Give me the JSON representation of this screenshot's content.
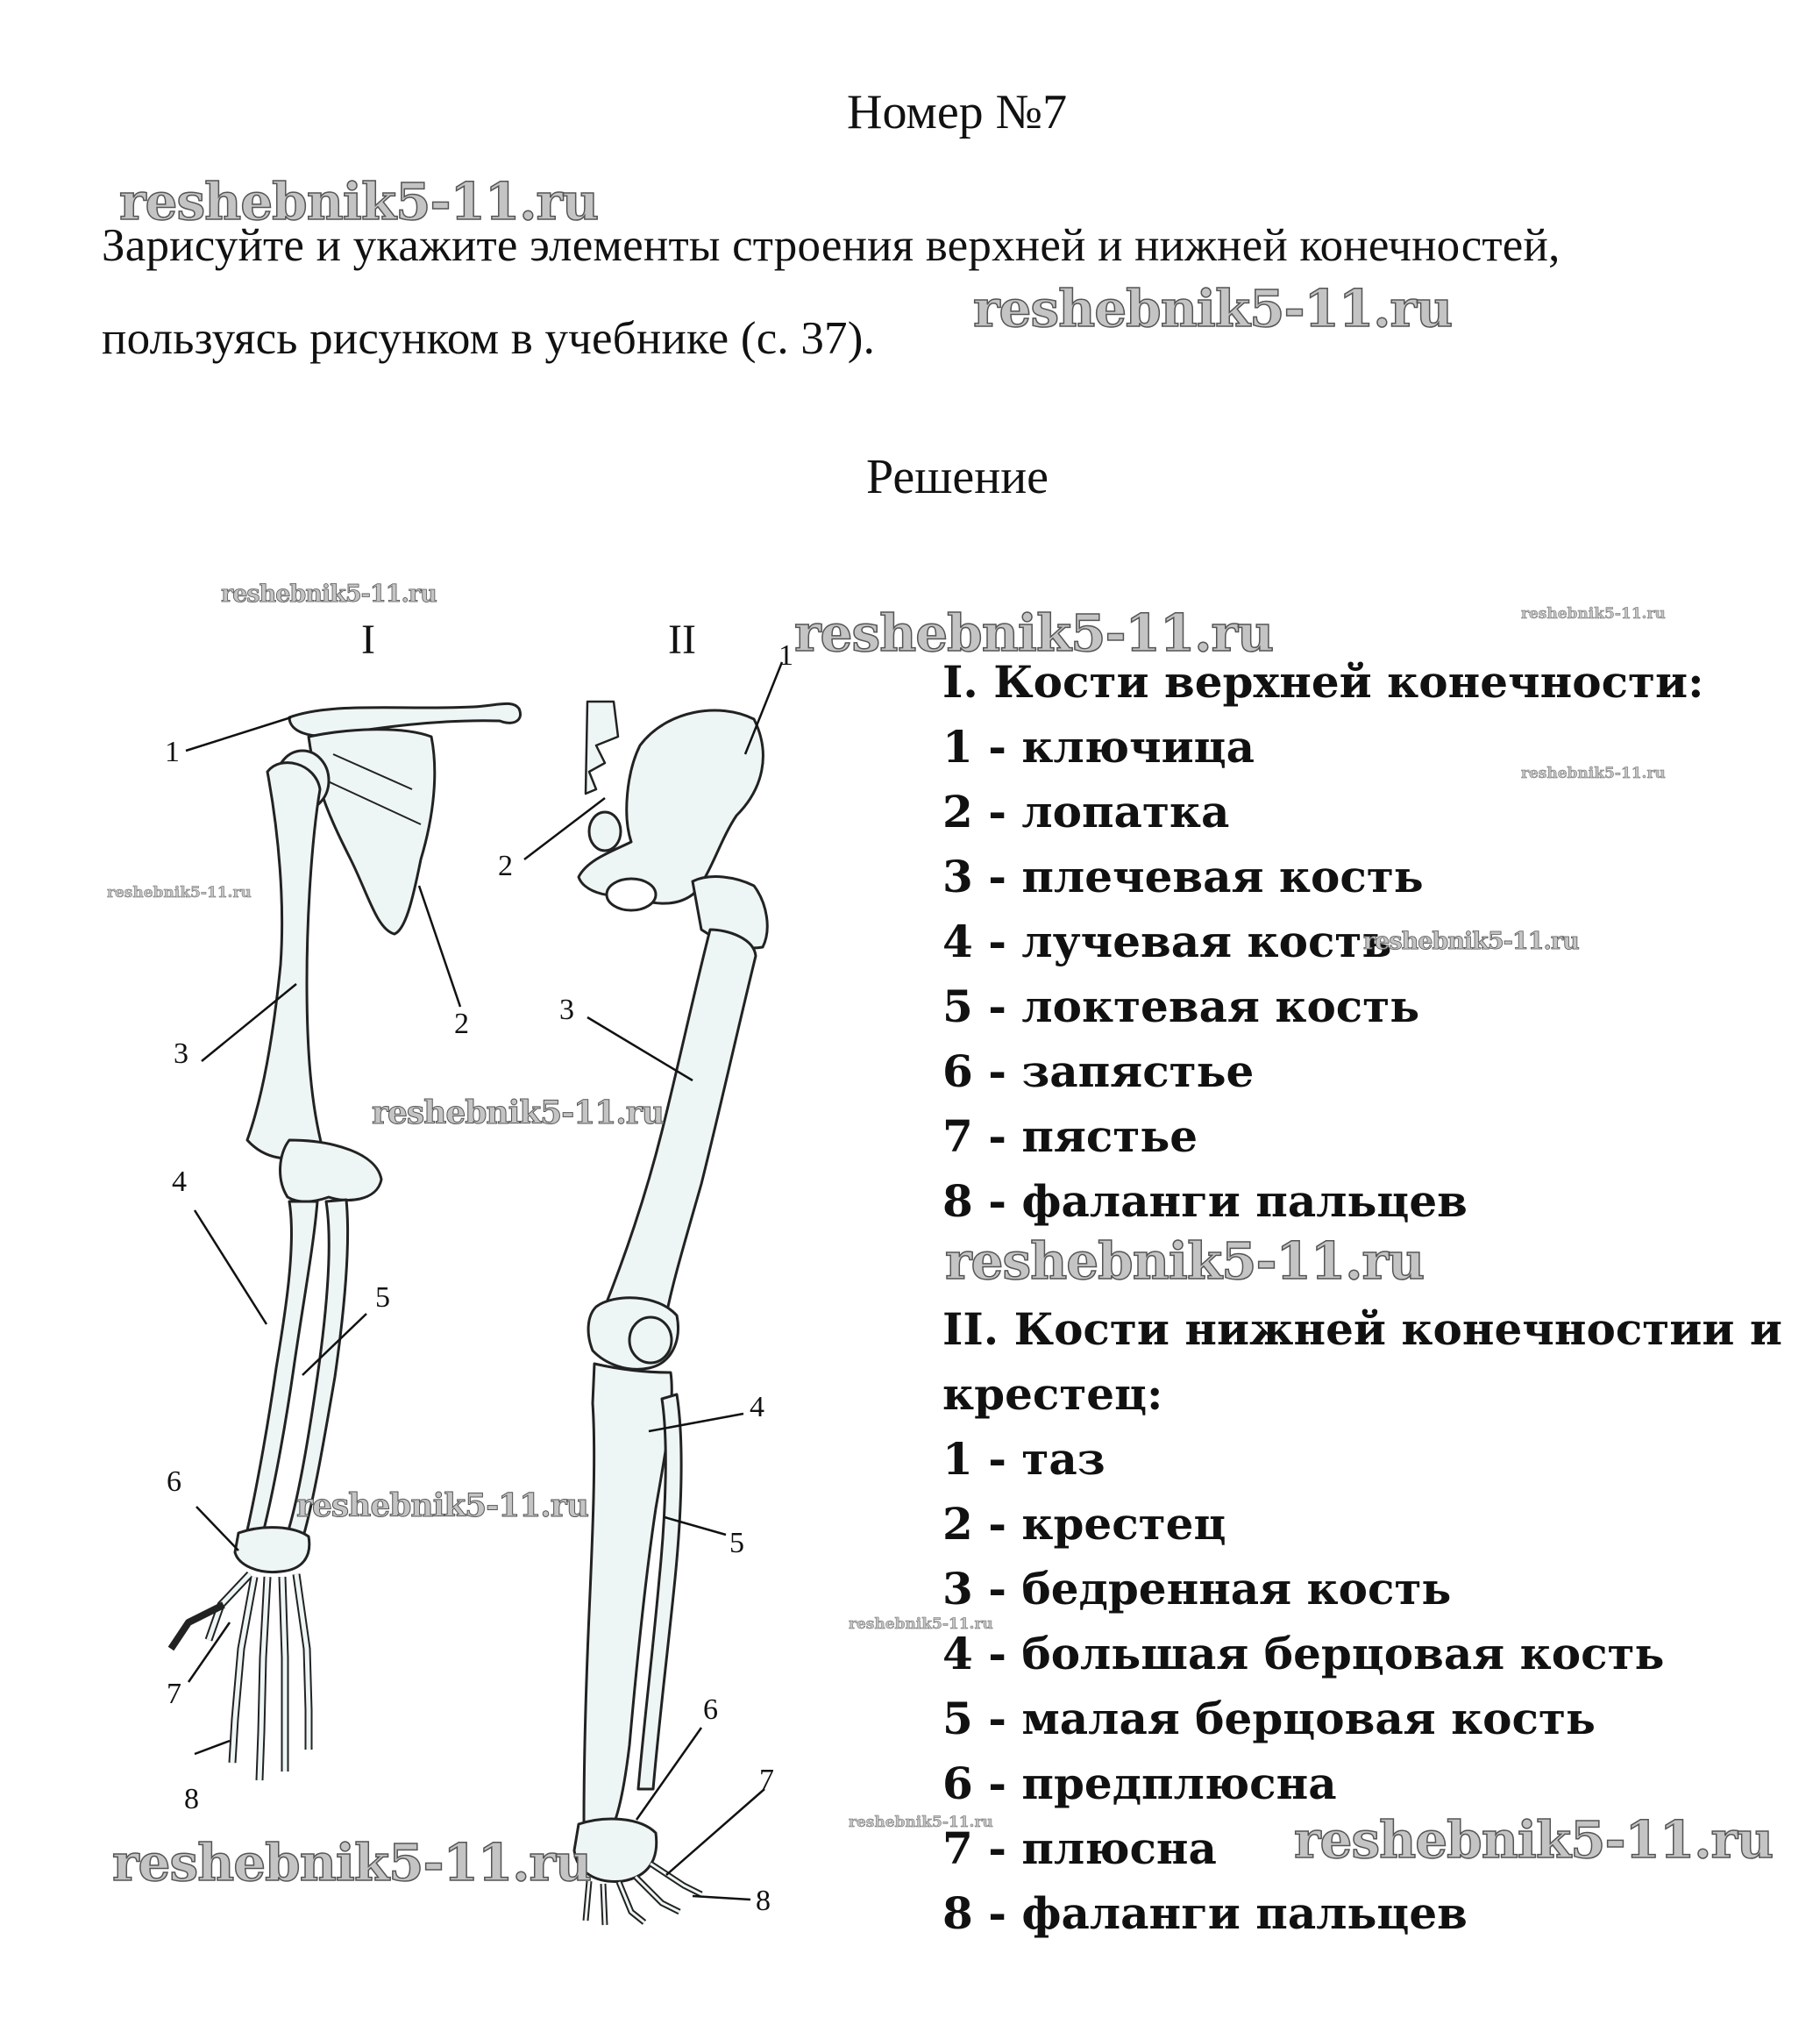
{
  "header": {
    "title": "Номер №7"
  },
  "task": {
    "line1": "Зарисуйте и укажите элементы строения верхней и нижней конечностей,",
    "line2": "пользуясь рисунком в учебнике (с. 37)."
  },
  "solution_heading": "Решение",
  "watermark_text": "reshebnik5-11.ru",
  "figure": {
    "label_upper": "I",
    "label_lower": "II",
    "upper_numbers": [
      "1",
      "2",
      "3",
      "4",
      "5",
      "6",
      "7",
      "8"
    ],
    "lower_numbers": [
      "1",
      "2",
      "3",
      "4",
      "5",
      "6",
      "7",
      "8"
    ]
  },
  "legend": {
    "upper_title": "I. Кости верхней конечности:",
    "upper_items": [
      "1 - ключица",
      "2 - лопатка",
      "3 - плечевая кость",
      "4 - лучевая кость",
      "5 - локтевая кость",
      "6 - запястье",
      "7 - пястье",
      "8 - фаланги пальцев"
    ],
    "lower_title_line1": "II. Кости нижней конечностии и",
    "lower_title_line2": "крестец:",
    "lower_items": [
      "1 - таз",
      "2 - крестец",
      "3 - бедренная кость",
      "4 - большая берцовая кость",
      "5 - малая берцовая кость",
      "6 - предплюсна",
      "7 - плюсна",
      "8 - фаланги пальцев"
    ]
  }
}
